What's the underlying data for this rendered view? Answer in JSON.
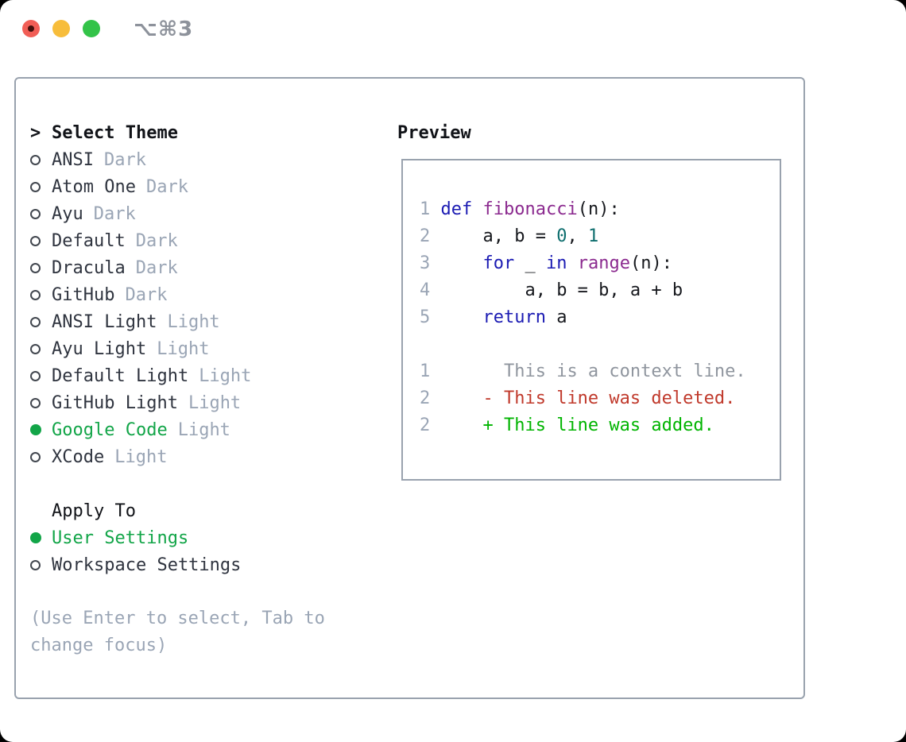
{
  "titlebar": {
    "shortcut": "⌥⌘3",
    "traffic_lights": [
      "close",
      "minimize",
      "zoom"
    ]
  },
  "colors": {
    "accent_green": "#12a548",
    "keyword_blue": "#1b1bb3",
    "function_purple": "#8b2a8f",
    "literal_teal": "#0e6e6e",
    "diff_deleted_red": "#c0392b",
    "diff_added_green": "#00b400",
    "frame_border_gray": "#99a2ae",
    "muted_gray": "#9aa5b5"
  },
  "theme_panel": {
    "cursor": ">",
    "title": "Select Theme",
    "themes": [
      {
        "name": "ANSI",
        "tag": "Dark",
        "selected": false
      },
      {
        "name": "Atom One",
        "tag": "Dark",
        "selected": false
      },
      {
        "name": "Ayu",
        "tag": "Dark",
        "selected": false
      },
      {
        "name": "Default",
        "tag": "Dark",
        "selected": false
      },
      {
        "name": "Dracula",
        "tag": "Dark",
        "selected": false
      },
      {
        "name": "GitHub",
        "tag": "Dark",
        "selected": false
      },
      {
        "name": "ANSI Light",
        "tag": "Light",
        "selected": false
      },
      {
        "name": "Ayu Light",
        "tag": "Light",
        "selected": false
      },
      {
        "name": "Default Light",
        "tag": "Light",
        "selected": false
      },
      {
        "name": "GitHub Light",
        "tag": "Light",
        "selected": false
      },
      {
        "name": "Google Code",
        "tag": "Light",
        "selected": true
      },
      {
        "name": "XCode",
        "tag": "Light",
        "selected": false
      }
    ],
    "apply_to": {
      "title": "Apply To",
      "options": [
        {
          "label": "User Settings",
          "selected": true
        },
        {
          "label": "Workspace Settings",
          "selected": false
        }
      ]
    },
    "help": "(Use Enter to select, Tab to change focus)"
  },
  "preview": {
    "title": "Preview",
    "python_lines": [
      {
        "num": "1",
        "tokens": [
          [
            "kw",
            "def"
          ],
          [
            "pl",
            " "
          ],
          [
            "fn",
            "fibonacci"
          ],
          [
            "pl",
            "(n):"
          ]
        ]
      },
      {
        "num": "2",
        "tokens": [
          [
            "pl",
            "    a, b = "
          ],
          [
            "lit",
            "0"
          ],
          [
            "pl",
            ", "
          ],
          [
            "lit",
            "1"
          ]
        ]
      },
      {
        "num": "3",
        "tokens": [
          [
            "pl",
            "    "
          ],
          [
            "kw",
            "for"
          ],
          [
            "pl",
            " _ "
          ],
          [
            "kw",
            "in"
          ],
          [
            "pl",
            " "
          ],
          [
            "fn",
            "range"
          ],
          [
            "pl",
            "(n):"
          ]
        ]
      },
      {
        "num": "4",
        "tokens": [
          [
            "pl",
            "        a, b = b, a + b"
          ]
        ]
      },
      {
        "num": "5",
        "tokens": [
          [
            "pl",
            "    "
          ],
          [
            "kw",
            "return"
          ],
          [
            "pl",
            " a"
          ]
        ]
      }
    ],
    "diff_lines": [
      {
        "num": "1",
        "tokens": [
          [
            "ctx",
            "      This is a context line."
          ]
        ]
      },
      {
        "num": "2",
        "tokens": [
          [
            "del",
            "    - This line was deleted."
          ]
        ]
      },
      {
        "num": "2",
        "tokens": [
          [
            "add",
            "    + This line was added."
          ]
        ]
      }
    ]
  }
}
